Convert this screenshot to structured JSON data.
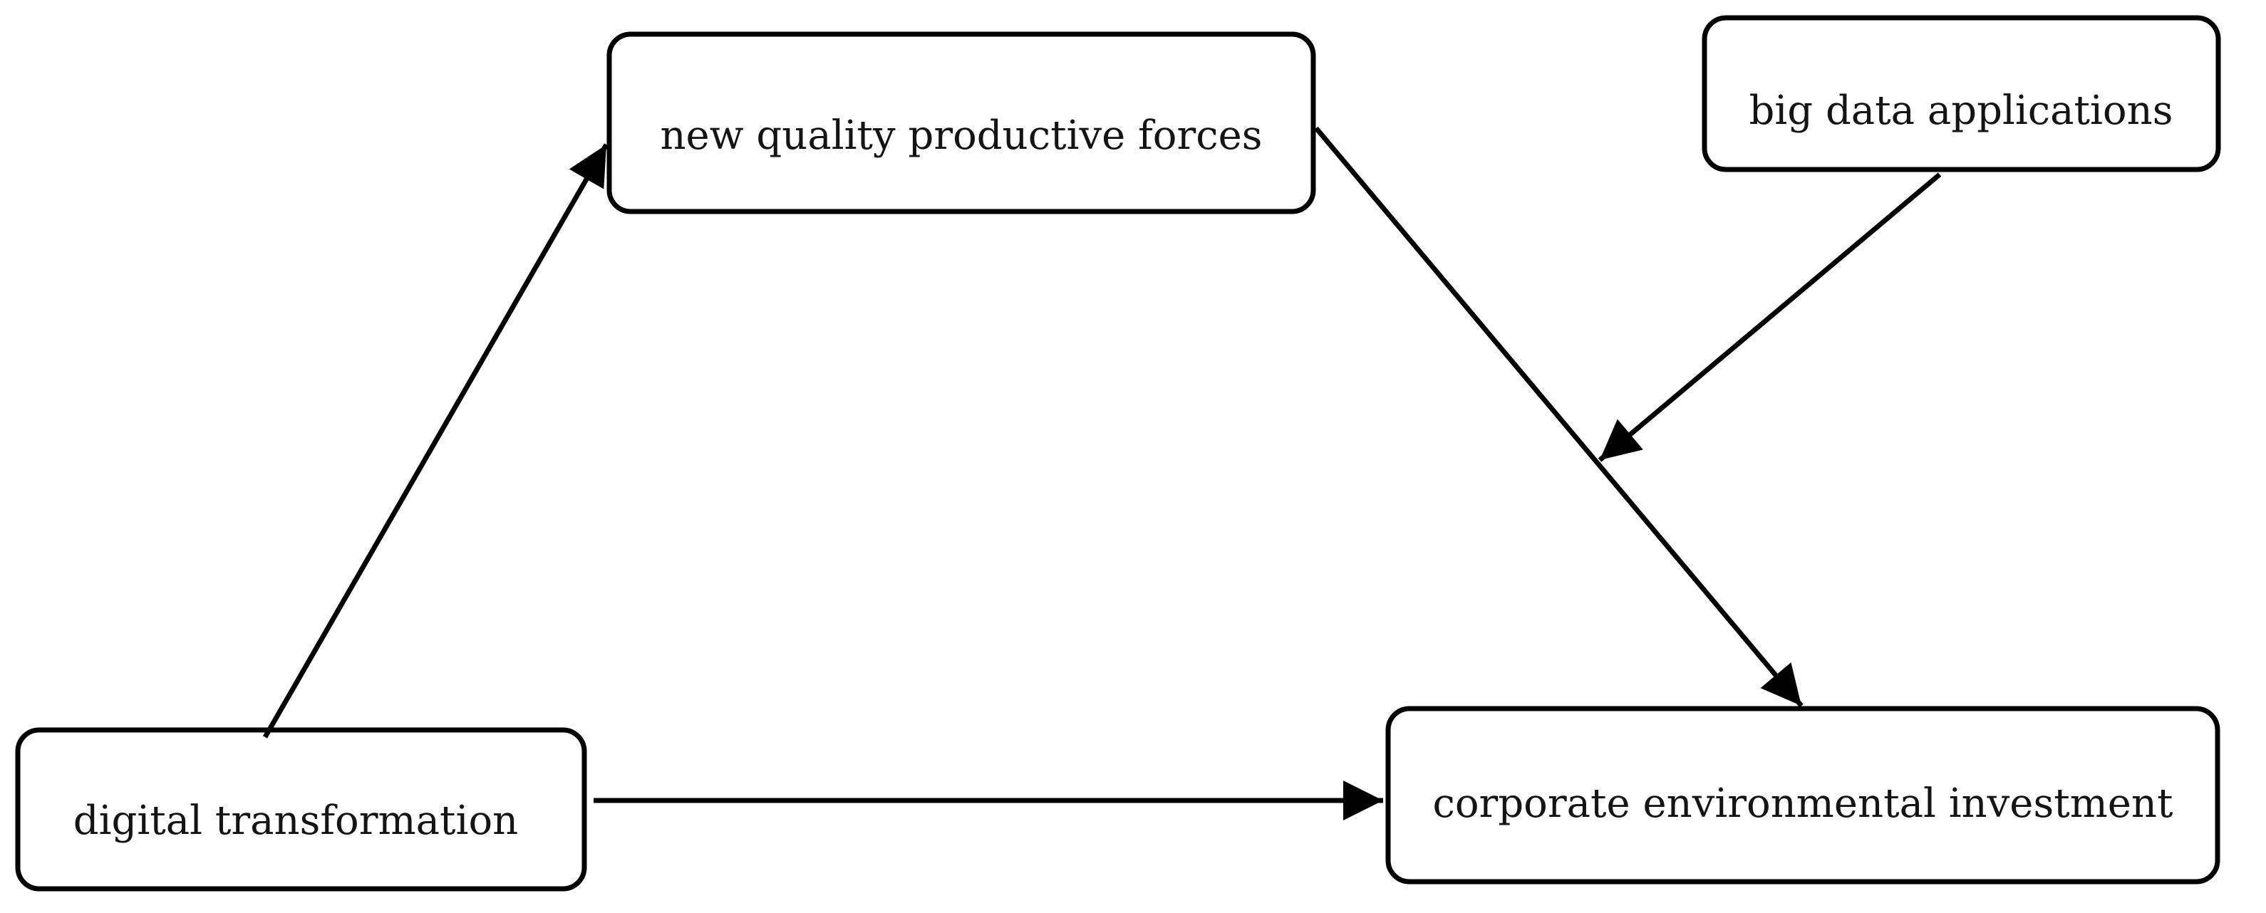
{
  "diagram": {
    "type": "path-model",
    "background_color": "#ffffff",
    "line_color": "#000000",
    "box_fill": "#ffffff",
    "text_color": "#141414",
    "nodes": {
      "nqpf": {
        "label": "new quality productive forces",
        "role": "mediator"
      },
      "bda": {
        "label": "big data applications",
        "role": "moderator"
      },
      "dt": {
        "label": "digital transformation",
        "role": "independent-variable"
      },
      "cei": {
        "label": "corporate environmental investment",
        "role": "dependent-variable"
      }
    },
    "edges": [
      {
        "from": "digital transformation",
        "to": "new quality productive forces"
      },
      {
        "from": "new quality productive forces",
        "to": "corporate environmental investment"
      },
      {
        "from": "big data applications",
        "to": "path: new quality productive forces -> corporate environmental investment"
      },
      {
        "from": "digital transformation",
        "to": "corporate environmental investment"
      }
    ]
  }
}
